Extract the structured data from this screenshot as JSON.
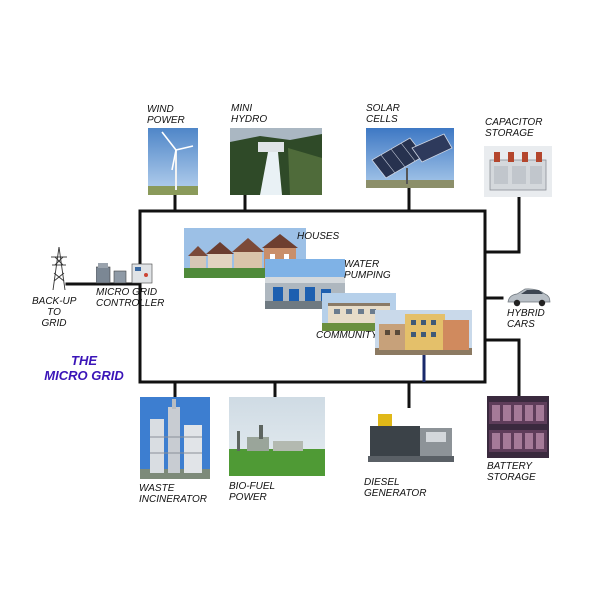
{
  "title": "THE\nMICRO GRID",
  "nodes": {
    "wind": {
      "label": "WIND\nPOWER",
      "icon": "wind-turbine-photo"
    },
    "hydro": {
      "label": "MINI\nHYDRO",
      "icon": "waterfall-dam-photo"
    },
    "solar": {
      "label": "SOLAR\nCELLS",
      "icon": "solar-panel-array-photo"
    },
    "capacitor": {
      "label": "CAPACITOR\nSTORAGE",
      "icon": "capacitor-bank-photo"
    },
    "houses": {
      "label": "HOUSES",
      "icon": "houses-row-photo"
    },
    "pumping": {
      "label": "WATER\nPUMPING",
      "icon": "water-pumps-photo"
    },
    "community": {
      "label": "COMMUNITY",
      "icon": "community-building-photo"
    },
    "apartments": {
      "icon": "apartment-block-photo"
    },
    "hybrid": {
      "label": "HYBRID\nCARS",
      "icon": "hybrid-car-photo"
    },
    "backup": {
      "label": "BACK-UP\nTO\nGRID",
      "icon": "transmission-tower-icon"
    },
    "controller": {
      "label": "MICRO GRID\nCONTROLLER",
      "icon": "grid-controller-equipment-icon"
    },
    "waste": {
      "label": "WASTE\nINCINERATOR",
      "icon": "incinerator-plant-photo"
    },
    "biofuel": {
      "label": "BIO-FUEL\nPOWER",
      "icon": "biofuel-plant-photo"
    },
    "diesel": {
      "label": "DIESEL\nGENERATOR",
      "icon": "diesel-generator-photo"
    },
    "battery": {
      "label": "BATTERY\nSTORAGE",
      "icon": "battery-rack-photo"
    }
  },
  "colors": {
    "wire": "#111111",
    "title": "#3a14b8",
    "feeder_accent": "#1a2a6b"
  }
}
